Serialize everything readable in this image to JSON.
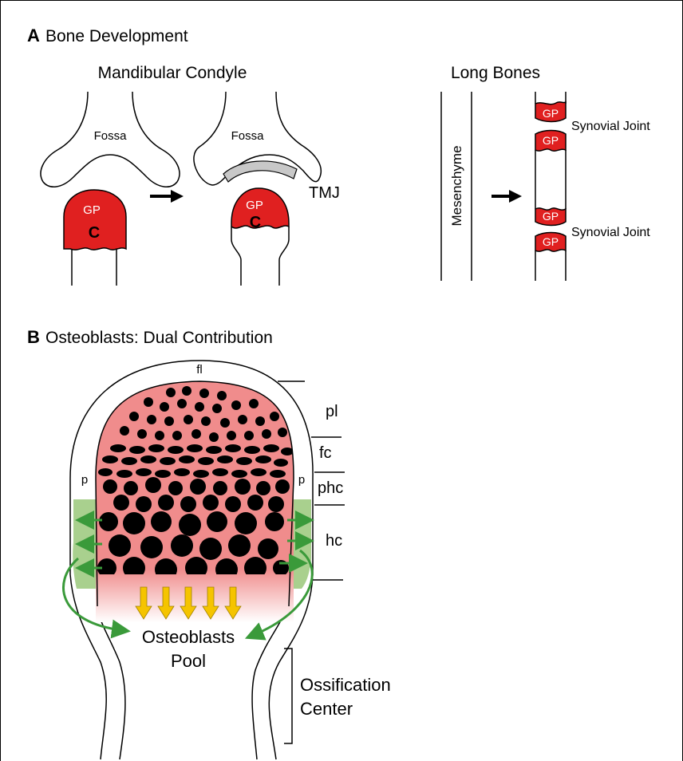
{
  "panel_a": {
    "letter": "A",
    "title": "Bone Development",
    "mandibular": {
      "heading": "Mandibular Condyle",
      "fossa_1": "Fossa",
      "fossa_2": "Fossa",
      "gp_1": "GP",
      "c_1": "C",
      "gp_2": "GP",
      "c_2": "C",
      "tmj": "TMJ"
    },
    "long_bones": {
      "heading": "Long Bones",
      "mesenchyme": "Mesenchyme",
      "gp_labels": [
        "GP",
        "GP",
        "GP",
        "GP"
      ],
      "joint_1": "Synovial Joint",
      "joint_2": "Synovial Joint"
    }
  },
  "panel_b": {
    "letter": "B",
    "title": "Osteoblasts: Dual Contribution",
    "fl": "fl",
    "p_left": "p",
    "p_right": "p",
    "zones": [
      "pl",
      "fc",
      "phc",
      "hc"
    ],
    "pool_line1": "Osteoblasts",
    "pool_line2": "Pool",
    "ossification_line1": "Ossification",
    "ossification_line2": "Center"
  },
  "colors": {
    "growth_plate": "#e02020",
    "cartilage_pink": "#f08c8c",
    "perichondrium_green": "#a9d08e",
    "arrow_green": "#3a9a3a",
    "arrow_yellow": "#f5c400",
    "disc_gray": "#c8c8c8"
  }
}
